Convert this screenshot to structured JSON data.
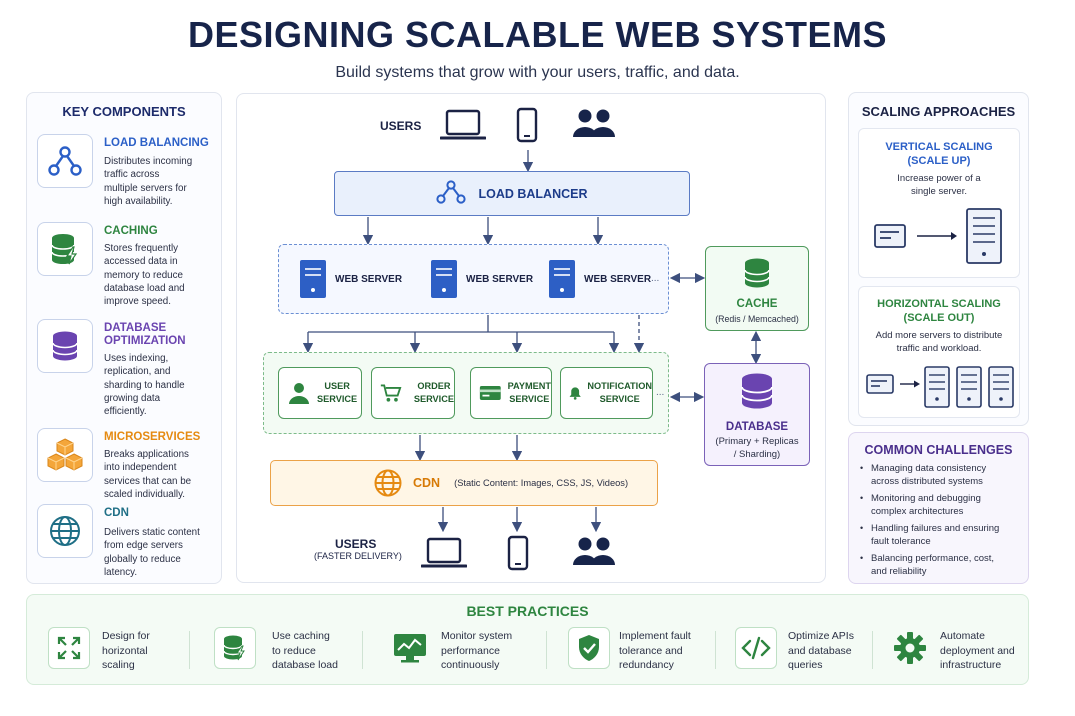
{
  "header": {
    "title": "DESIGNING SCALABLE WEB SYSTEMS",
    "subtitle": "Build systems that grow with your users, traffic, and data."
  },
  "colors": {
    "navy": "#17244a",
    "blue": "#2b5fc7",
    "green": "#2e8540",
    "purple": "#6a44b0",
    "orange": "#e58a12",
    "teal": "#1f6f86"
  },
  "key_components": {
    "heading": "KEY COMPONENTS",
    "items": [
      {
        "icon": "network-icon",
        "name": "LOAD BALANCING",
        "desc": [
          "Distributes incoming",
          "traffic across",
          "multiple servers for",
          "high availability."
        ]
      },
      {
        "icon": "database-bolt-icon",
        "name": "CACHING",
        "desc": [
          "Stores frequently",
          "accessed data in",
          "memory to reduce",
          "database load and",
          "improve speed."
        ]
      },
      {
        "icon": "database-icon",
        "name_lines": [
          "DATABASE",
          "OPTIMIZATION"
        ],
        "desc": [
          "Uses indexing,",
          "replication, and",
          "sharding to handle",
          "growing data",
          "efficiently."
        ]
      },
      {
        "icon": "cubes-icon",
        "name": "MICROSERVICES",
        "desc": [
          "Breaks applications",
          "into independent",
          "services that can be",
          "scaled individually."
        ]
      },
      {
        "icon": "globe-icon",
        "name": "CDN",
        "desc": [
          "Delivers static content",
          "from edge servers",
          "globally to reduce",
          "latency."
        ]
      }
    ]
  },
  "diagram": {
    "users_top_label": "USERS",
    "load_balancer": "LOAD BALANCER",
    "web_servers": [
      "WEB SERVER",
      "WEB SERVER",
      "WEB SERVER"
    ],
    "ellipsis": "...",
    "services": [
      {
        "icon": "user-icon",
        "lines": [
          "USER",
          "SERVICE"
        ]
      },
      {
        "icon": "cart-icon",
        "lines": [
          "ORDER",
          "SERVICE"
        ]
      },
      {
        "icon": "card-icon",
        "lines": [
          "PAYMENT",
          "SERVICE"
        ]
      },
      {
        "icon": "bell-icon",
        "lines": [
          "NOTIFICATION",
          "SERVICE"
        ]
      }
    ],
    "cache": {
      "title": "CACHE",
      "sub": "(Redis / Memcached)"
    },
    "database": {
      "title": "DATABASE",
      "sub": [
        "(Primary + Replicas",
        "/ Sharding)"
      ]
    },
    "cdn": {
      "title": "CDN",
      "sub": "(Static Content: Images, CSS, JS, Videos)"
    },
    "users_bottom_label": "USERS",
    "users_bottom_sub": "(FASTER DELIVERY)"
  },
  "scaling": {
    "heading": "SCALING APPROACHES",
    "vertical": {
      "title": [
        "VERTICAL SCALING",
        "(SCALE UP)"
      ],
      "desc": [
        "Increase power of a",
        "single server."
      ]
    },
    "horizontal": {
      "title": [
        "HORIZONTAL SCALING",
        "(SCALE OUT)"
      ],
      "desc": [
        "Add more servers to distribute",
        "traffic and workload."
      ]
    }
  },
  "challenges": {
    "heading": "COMMON CHALLENGES",
    "items": [
      [
        "Managing data consistency",
        "across distributed systems"
      ],
      [
        "Monitoring and debugging",
        "complex architectures"
      ],
      [
        "Handling failures and ensuring",
        "fault tolerance"
      ],
      [
        "Balancing performance, cost,",
        "and reliability"
      ]
    ]
  },
  "best_practices": {
    "heading": "BEST PRACTICES",
    "items": [
      {
        "icon": "expand-icon",
        "lines": [
          "Design for",
          "horizontal",
          "scaling"
        ]
      },
      {
        "icon": "database-bolt-icon",
        "lines": [
          "Use caching",
          "to reduce",
          "database load"
        ]
      },
      {
        "icon": "monitor-icon",
        "lines": [
          "Monitor system",
          "performance",
          "continuously"
        ]
      },
      {
        "icon": "shield-check-icon",
        "lines": [
          "Implement fault",
          "tolerance and",
          "redundancy"
        ]
      },
      {
        "icon": "code-icon",
        "lines": [
          "Optimize APIs",
          "and database",
          "queries"
        ]
      },
      {
        "icon": "gear-icon",
        "lines": [
          "Automate",
          "deployment and",
          "infrastructure"
        ]
      }
    ]
  }
}
